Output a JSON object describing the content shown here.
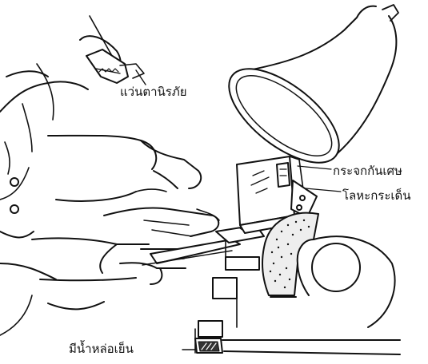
{
  "labels": {
    "safety_glasses": "แว่นตานิรภัย",
    "glass_shield": "กระจกกันเศษ",
    "spark_metal": "โลหะกระเด็น",
    "coolant": "มีน้ำหล่อเย็น"
  },
  "colors": {
    "line": "#111111",
    "background": "#ffffff"
  },
  "icons": {
    "lamp": "grinder-lamp",
    "eye_shield": "glass-eye-shield",
    "wheel": "grinding-wheel",
    "worker": "worker-with-safety-glasses"
  }
}
